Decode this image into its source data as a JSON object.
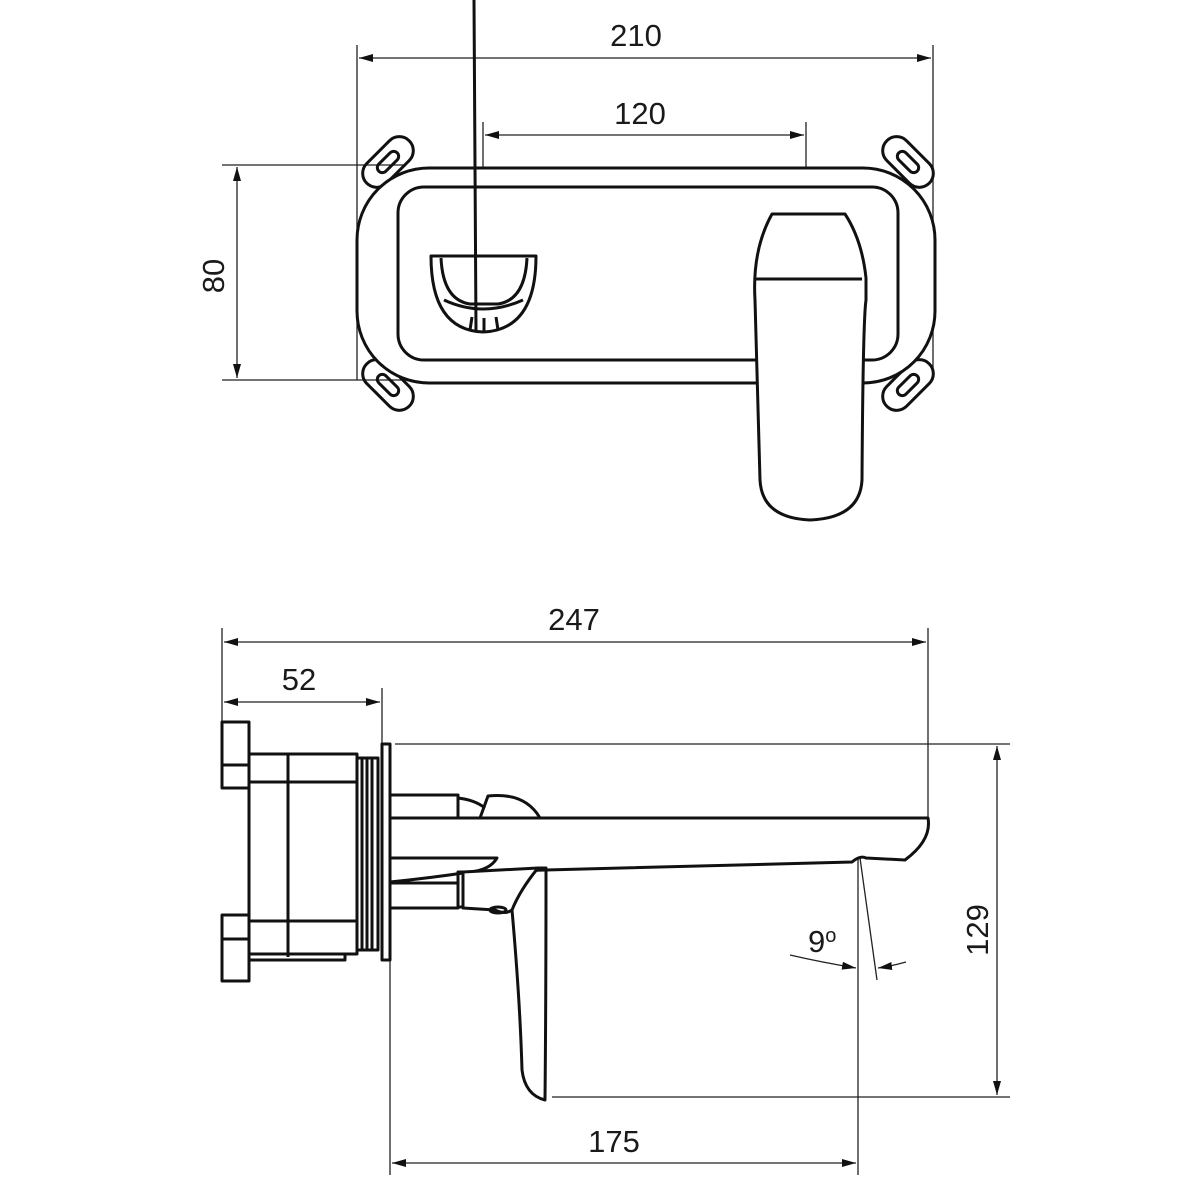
{
  "drawing": {
    "top_view": {
      "dimensions": {
        "overall_width": "210",
        "center_distance": "120",
        "plate_height": "80"
      }
    },
    "side_view": {
      "dimensions": {
        "overall_length": "247",
        "wall_depth": "52",
        "height": "129",
        "spout_reach": "175",
        "flow_angle": "9"
      },
      "degree_symbol": "o"
    },
    "colors": {
      "line": "#111111",
      "background": "#ffffff"
    }
  }
}
